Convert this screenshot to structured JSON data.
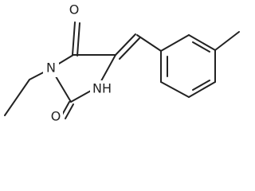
{
  "molecule": {
    "atoms": {
      "o_top": "O",
      "n_ring": "N",
      "nh": "NH",
      "o_bottom": "O"
    }
  }
}
